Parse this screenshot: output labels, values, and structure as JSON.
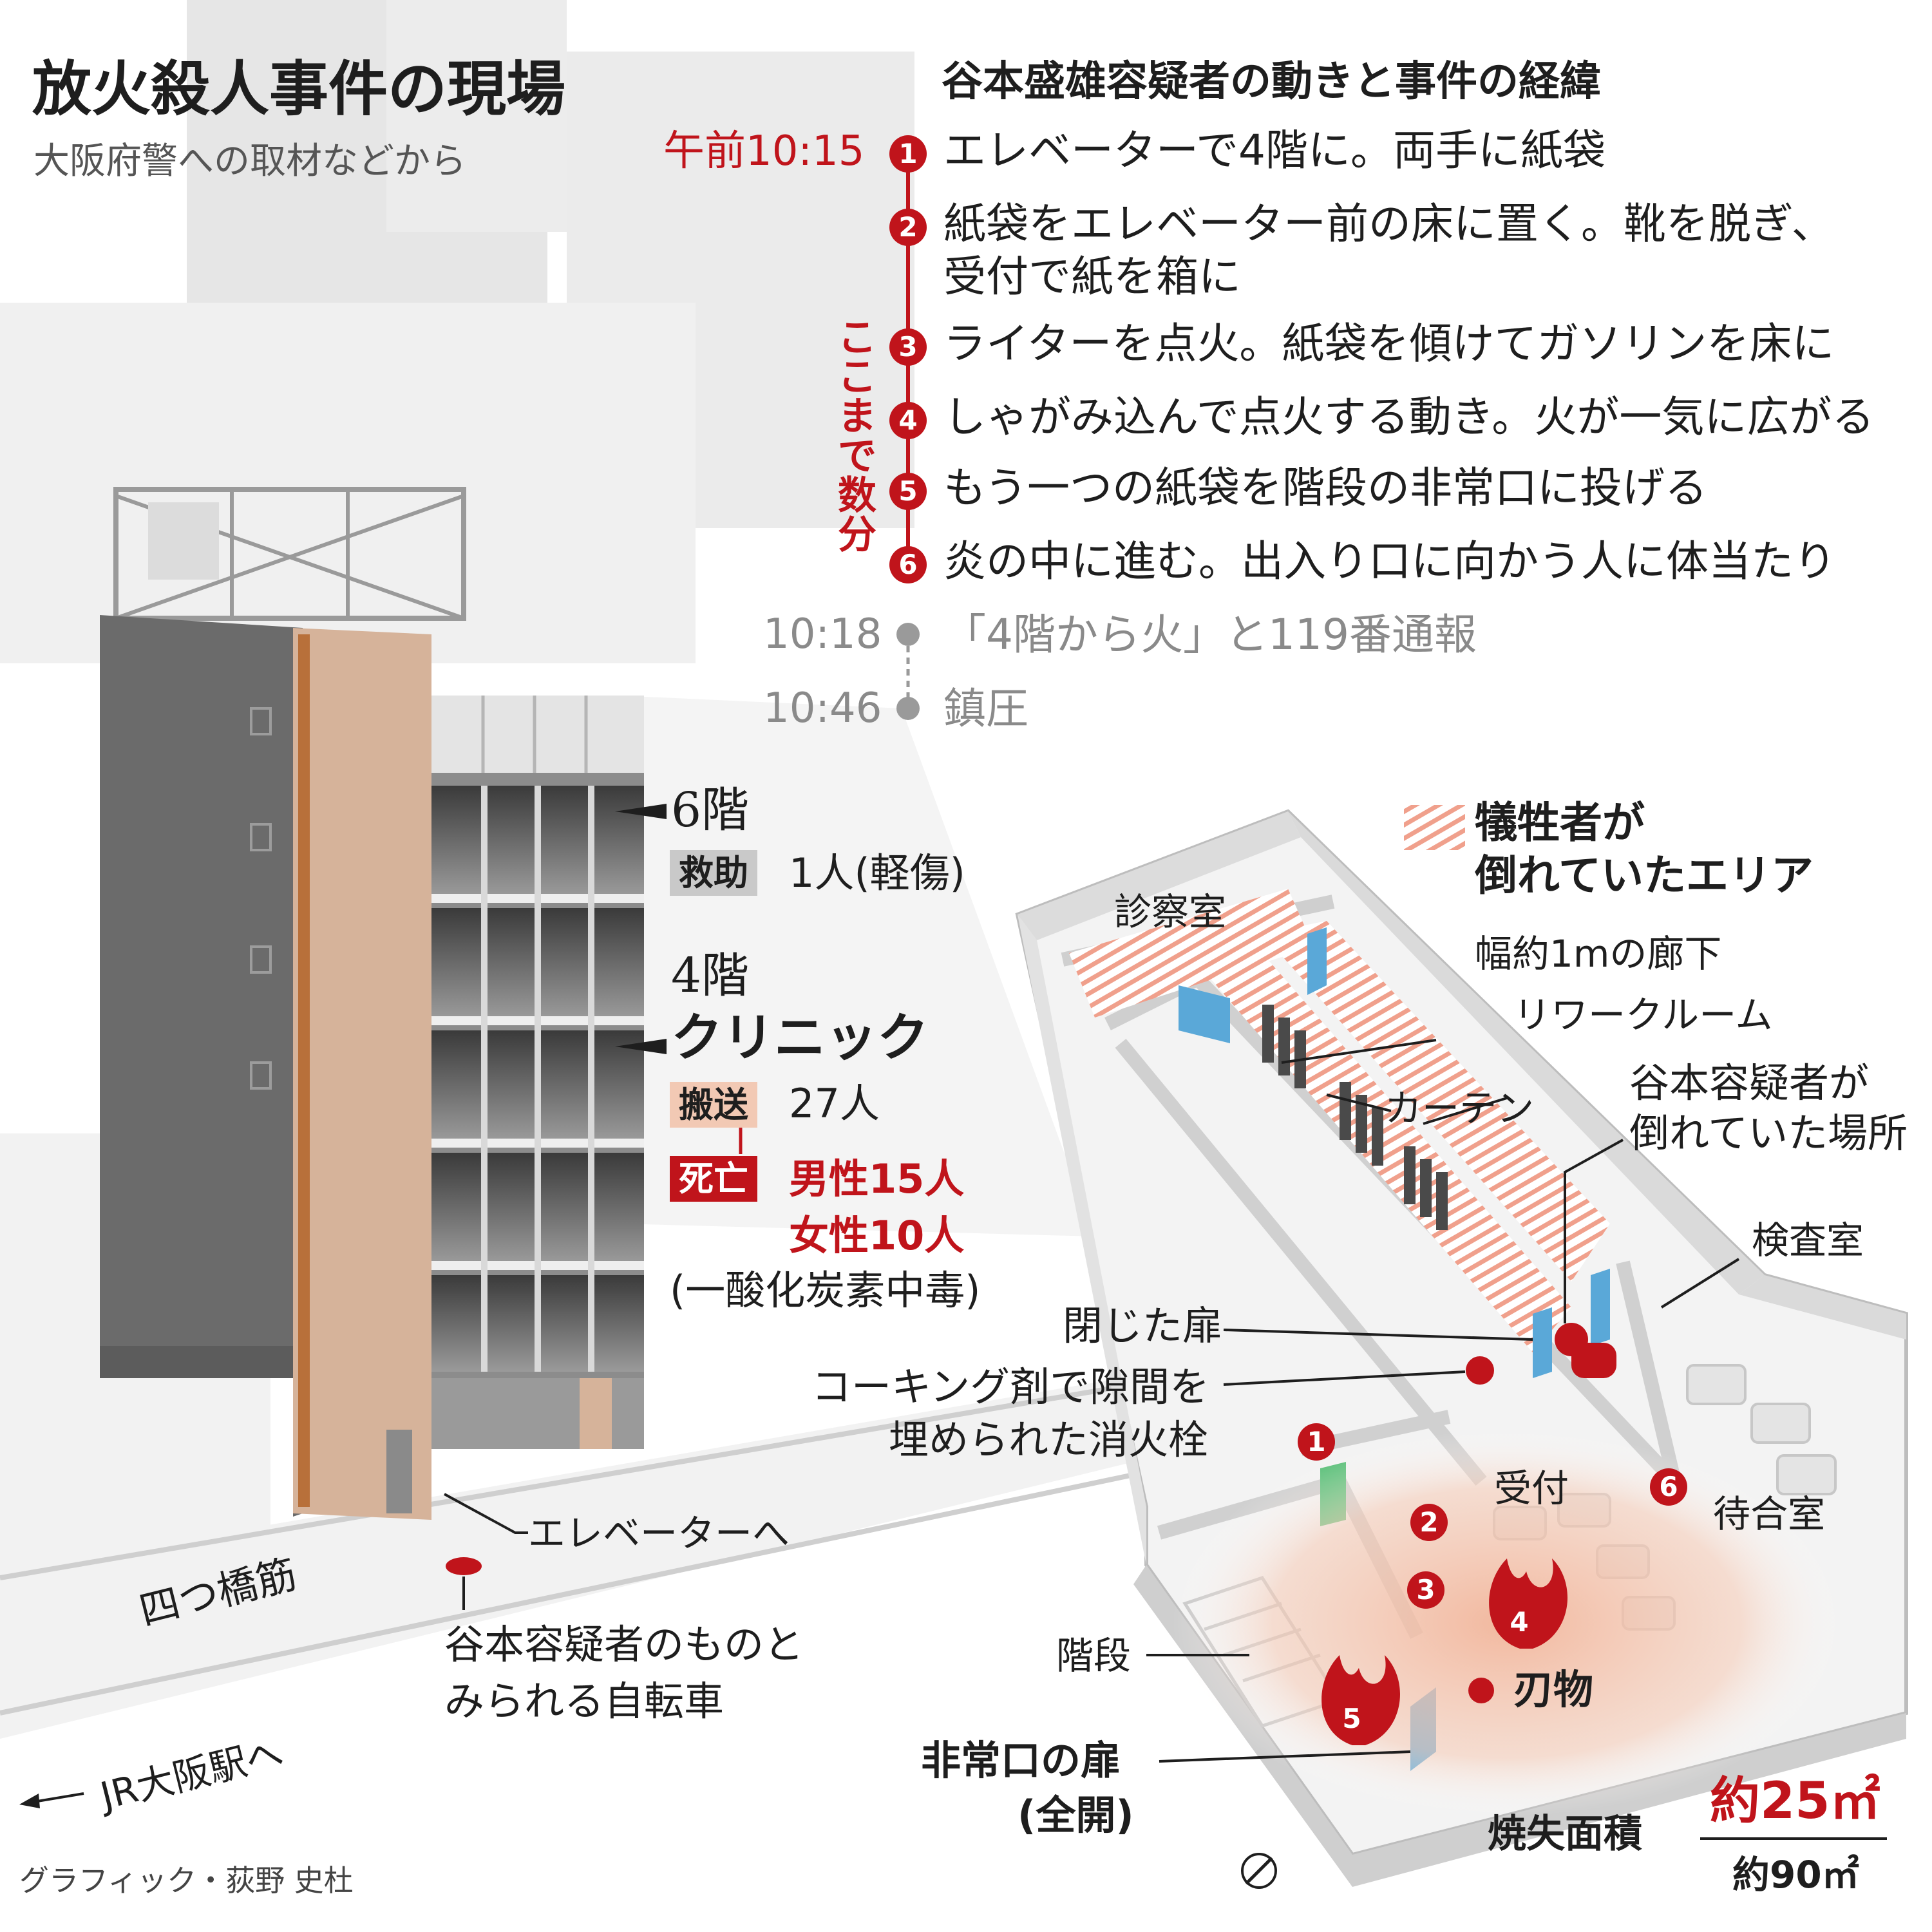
{
  "header": {
    "title": "放火殺人事件の現場",
    "subtitle": "大阪府警への取材などから"
  },
  "timeline": {
    "heading": "谷本盛雄容疑者の動きと事件の経緯",
    "first_time": "午前10:15",
    "span_note": "ここまで数分",
    "steps": [
      {
        "n": "1",
        "text": "エレベーターで4階に。両手に紙袋"
      },
      {
        "n": "2",
        "text": "紙袋をエレベーター前の床に置く。靴を脱ぎ、",
        "text2": "受付で紙を箱に"
      },
      {
        "n": "3",
        "text": "ライターを点火。紙袋を傾けてガソリンを床に"
      },
      {
        "n": "4",
        "text": "しゃがみ込んで点火する動き。火が一気に広がる"
      },
      {
        "n": "5",
        "text": "もう一つの紙袋を階段の非常口に投げる"
      },
      {
        "n": "6",
        "text": "炎の中に進む。出入り口に向かう人に体当たり"
      }
    ],
    "later": [
      {
        "time": "10:18",
        "text": "「4階から火」と119番通報"
      },
      {
        "time": "10:46",
        "text": "鎮圧"
      }
    ]
  },
  "building": {
    "floor6": {
      "label": "6階",
      "tag": "救助",
      "value": "1人(軽傷)"
    },
    "floor4": {
      "label": "4階",
      "name": "クリニック",
      "transport_tag": "搬送",
      "transport_value": "27人",
      "death_tag": "死亡",
      "death_male": "男性15人",
      "death_female": "女性10人",
      "cause": "(一酸化炭素中毒)"
    },
    "elevator_note": "エレベーターへ",
    "street": "四つ橋筋",
    "station": "JR大阪駅へ",
    "bicycle_line1": "谷本容疑者のものと",
    "bicycle_line2": "みられる自転車"
  },
  "floorplan": {
    "legend_line1": "犠牲者が",
    "legend_line2": "倒れていたエリア",
    "rooms": {
      "exam": "診察室",
      "corridor": "幅約1mの廊下",
      "rework": "リワークルーム",
      "curtain": "カーテン",
      "suspect_line1": "谷本容疑者が",
      "suspect_line2": "倒れていた場所",
      "lab": "検査室",
      "closed_door": "閉じた扉",
      "hydrant_line1": "コーキング剤で隙間を",
      "hydrant_line2": "埋められた消火栓",
      "reception": "受付",
      "waiting": "待合室",
      "stairs": "階段",
      "blade": "刃物",
      "exit_line1": "非常口の扉",
      "exit_line2": "(全開)"
    },
    "markers": [
      "1",
      "2",
      "3",
      "4",
      "5",
      "6"
    ],
    "burned_area_label": "焼失面積",
    "burned_area": "約25㎡",
    "total_area": "約90㎡"
  },
  "credit": "グラフィック・荻野 史杜",
  "colors": {
    "accent_red": "#c0141b",
    "hatch": "#f0a08c",
    "facade": "#d6b39a",
    "door_blue": "#5aa8d8",
    "door_green": "#5cc07a"
  }
}
